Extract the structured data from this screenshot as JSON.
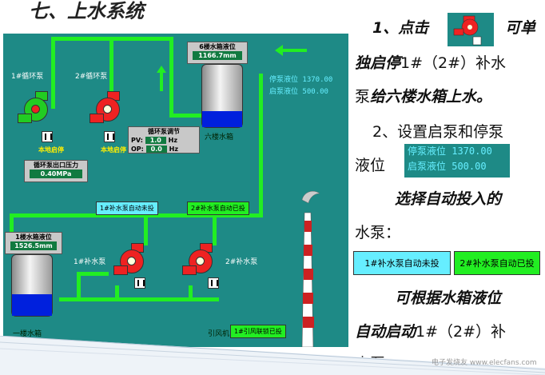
{
  "slide_title": "七、上水系统",
  "hmi": {
    "tank_top_label": "6楼水箱液位",
    "tank_top_value": "1166.7mm",
    "tank_top_name": "六楼水箱",
    "stop_level": "停泵液位 1370.00",
    "start_level": "启泵液位 500.00",
    "circ_pump_1": "1#循环泵",
    "circ_pump_2": "2#循环泵",
    "local_start_1": "本地启停",
    "local_start_2": "本地启停",
    "regulator_title": "循环泵调节",
    "pv_label": "PV:",
    "pv_value": "1.0",
    "op_label": "OP:",
    "op_value": "0.0",
    "hz_unit_1": "Hz",
    "hz_unit_2": "Hz",
    "outlet_pressure_label": "循环泵出口压力",
    "outlet_pressure_value": "0.40MPa",
    "btn_auto_1": "1#补水泵自动未投",
    "btn_auto_2": "2#补水泵自动已投",
    "tank_bottom_label": "1楼水箱液位",
    "tank_bottom_value": "1526.5mm",
    "tank_bottom_name": "一楼水箱",
    "makeup_pump_1": "1#补水泵",
    "makeup_pump_2": "2#补水泵",
    "fan_label": "引风机",
    "fan_button": "1#引风联锁已投"
  },
  "right_text": {
    "line1_a": "1、点击",
    "line1_b": "可单",
    "line2_a": "独启停",
    "line2_b": "1#（2#）补水",
    "line3_a": "泵",
    "line3_b": "给六楼水箱上水。",
    "line4": "2、设置启泵和停泵",
    "line5": "液位",
    "set_stop": "停泵液位 1370.00",
    "set_start": "启泵液位 500.00",
    "line6": "选择自动投入的",
    "line7": "水泵：",
    "btn_auto_1": "1#补水泵自动未投",
    "btn_auto_2": "2#补水泵自动已投",
    "line8": "可根据水箱液位",
    "line9_a": "自动启动",
    "line9_b": "1#（2#）补",
    "line10": "水泵。"
  },
  "watermark": "电子发烧友 www.elecfans.com",
  "colors": {
    "hmi_bg": "#1e8a86",
    "pipe": "#22ee22",
    "water": "#0020dd",
    "pump_red": "#ee2222"
  }
}
